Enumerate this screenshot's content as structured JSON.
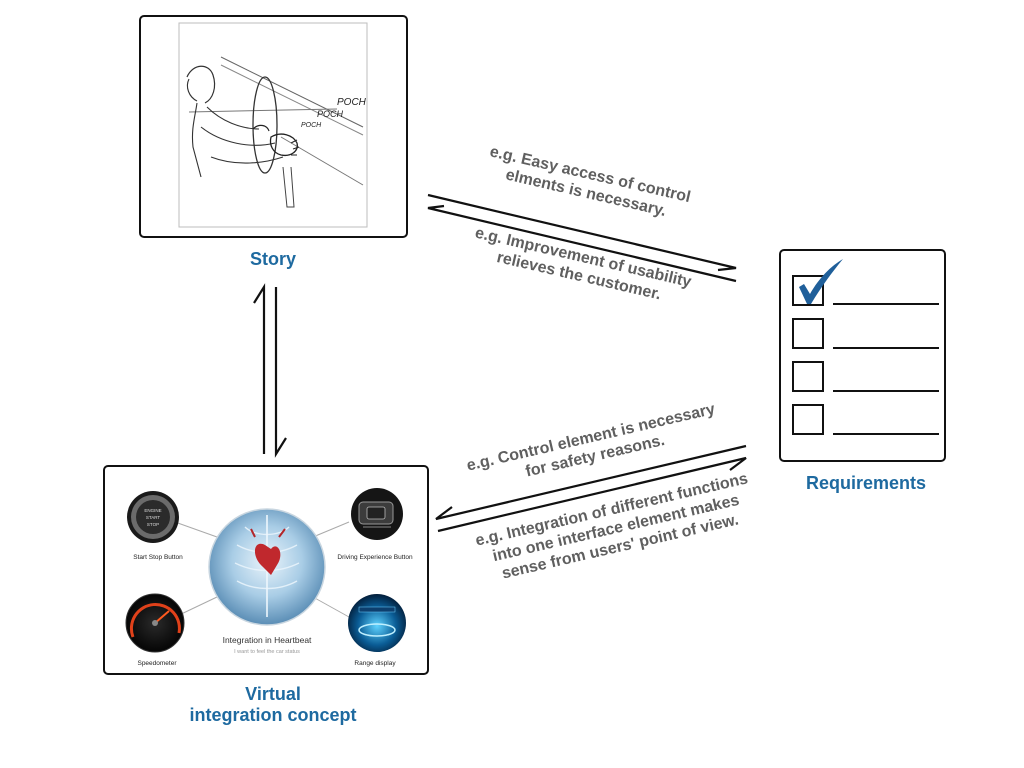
{
  "story": {
    "caption": "Story",
    "sound_words": [
      "POCH",
      "POCH",
      "POCH"
    ]
  },
  "requirements": {
    "caption": "Requirements"
  },
  "concept": {
    "caption_line1": "Virtual",
    "caption_line2": "integration concept",
    "center_title": "Integration in Heartbeat",
    "center_subtitle": "I want to feel the car status",
    "items": {
      "start_stop": "Start Stop Button",
      "driving_experience": "Driving Experience Button",
      "speedometer": "Speedometer",
      "range_display": "Range display"
    },
    "button_text": [
      "ENGINE",
      "START",
      "STOP"
    ]
  },
  "notes": {
    "story_to_req": [
      "e.g. Easy access of control",
      "elments is necessary."
    ],
    "req_to_story": [
      "e.g. Improvement of usability",
      "relieves the customer."
    ],
    "req_to_concept": [
      "e.g. Control element is necessary",
      "for safety reasons."
    ],
    "concept_to_req": [
      "e.g.  Integration of different functions",
      "into one interface element makes",
      "sense from users' point of view."
    ]
  },
  "colors": {
    "caption_blue": "#1e6aa0",
    "check_blue": "#1f5f9a",
    "note_gray": "#5f5f5f"
  }
}
